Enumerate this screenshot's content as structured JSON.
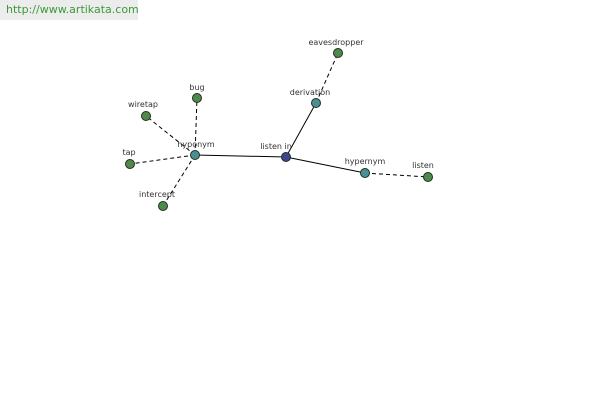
{
  "header": {
    "url": "http://www.artikata.com"
  },
  "colors": {
    "url_text": "#3a9a3a",
    "url_bar_bg": "#ececec",
    "edge": "#000000",
    "node_outline": "#1f2f1f",
    "leaf_node": "#4e8a4a",
    "relation_node": "#4a8f94",
    "center_node": "#3e4592"
  },
  "graph": {
    "center": {
      "id": "listen-in",
      "label": "listen in",
      "kind": "center"
    },
    "relations": [
      {
        "id": "hyponym",
        "label": "hyponym",
        "kind": "relation"
      },
      {
        "id": "derivation",
        "label": "derivation",
        "kind": "relation"
      },
      {
        "id": "hypernym",
        "label": "hypernym",
        "kind": "relation"
      }
    ],
    "words": [
      {
        "id": "bug",
        "label": "bug",
        "kind": "leaf",
        "relation": "hyponym"
      },
      {
        "id": "wiretap",
        "label": "wiretap",
        "kind": "leaf",
        "relation": "hyponym"
      },
      {
        "id": "tap",
        "label": "tap",
        "kind": "leaf",
        "relation": "hyponym"
      },
      {
        "id": "intercept",
        "label": "intercept",
        "kind": "leaf",
        "relation": "hyponym"
      },
      {
        "id": "eavesdropper",
        "label": "eavesdropper",
        "kind": "leaf",
        "relation": "derivation"
      },
      {
        "id": "listen",
        "label": "listen",
        "kind": "leaf",
        "relation": "hypernym"
      }
    ],
    "edges": [
      {
        "from": "listen-in",
        "to": "hyponym",
        "style": "solid"
      },
      {
        "from": "listen-in",
        "to": "derivation",
        "style": "solid"
      },
      {
        "from": "listen-in",
        "to": "hypernym",
        "style": "solid"
      },
      {
        "from": "hyponym",
        "to": "bug",
        "style": "dashed"
      },
      {
        "from": "hyponym",
        "to": "wiretap",
        "style": "dashed"
      },
      {
        "from": "hyponym",
        "to": "tap",
        "style": "dashed"
      },
      {
        "from": "hyponym",
        "to": "intercept",
        "style": "dashed"
      },
      {
        "from": "derivation",
        "to": "eavesdropper",
        "style": "dashed"
      },
      {
        "from": "hypernym",
        "to": "listen",
        "style": "dashed"
      }
    ]
  }
}
